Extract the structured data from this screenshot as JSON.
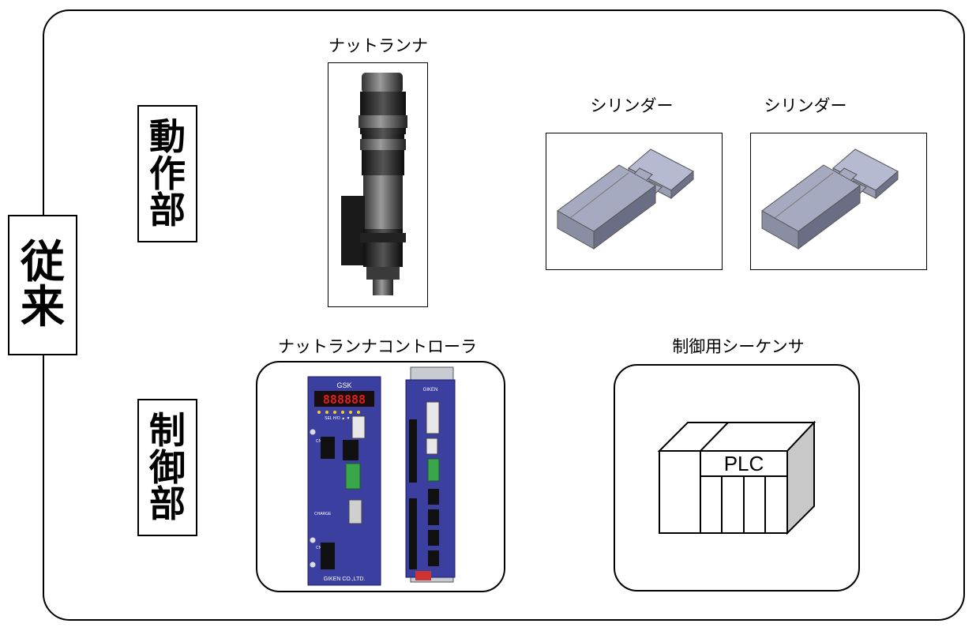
{
  "side_label": {
    "chars": [
      "従",
      "来"
    ]
  },
  "sections": {
    "motion": {
      "chars": [
        "動",
        "作",
        "部"
      ]
    },
    "control": {
      "chars": [
        "制",
        "御",
        "部"
      ]
    }
  },
  "components": {
    "nutrunner": {
      "caption": "ナットランナ"
    },
    "cylinder_1": {
      "caption": "シリンダー"
    },
    "cylinder_2": {
      "caption": "シリンダー"
    },
    "controller": {
      "caption": "ナットランナコントローラ",
      "brand": "GSK",
      "display": "888888",
      "maker": "GIKEN CO.,LTD.",
      "maker_short": "GIKEN",
      "port_upper": "CN11",
      "port_lower": "CN15",
      "charge_label": "CHARGE",
      "led_labels": "SEL H/O ▲ ▼ ◀"
    },
    "plc": {
      "caption": "制御用シーケンサ",
      "label": "PLC"
    }
  },
  "colors": {
    "panel_blue": "#3b3fa0",
    "cylinder_gray": "#8a8ea2",
    "display_red": "#e0201a",
    "connector_green": "#3aa64a",
    "plc_side": "#c8c8c8"
  }
}
